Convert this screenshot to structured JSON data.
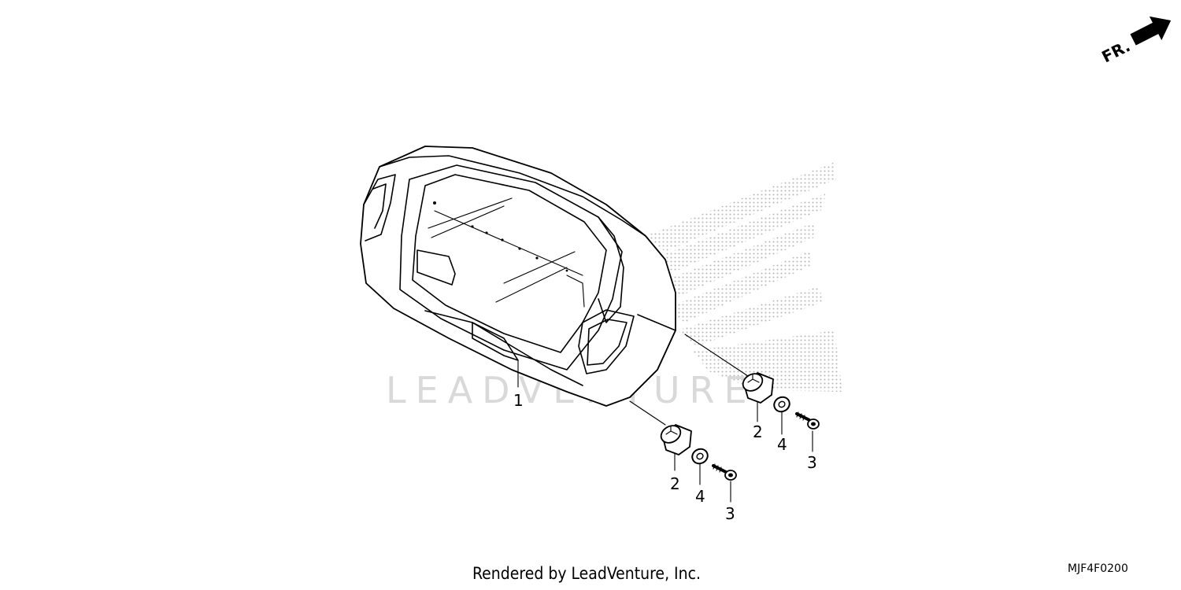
{
  "diagram": {
    "direction_label": "FR.",
    "watermark_text": "LEADVENTURE",
    "callouts": {
      "meter_assy": "1",
      "grommet_left": "2",
      "grommet_right": "2",
      "screw_left": "3",
      "screw_right": "3",
      "washer_left": "4",
      "washer_right": "4"
    }
  },
  "footer": {
    "credit": "Rendered by LeadVenture, Inc.",
    "diagram_code": "MJF4F0200"
  },
  "colors": {
    "line": "#000000",
    "watermark": "#d9d9d9",
    "halftone": "#bdbdbd"
  },
  "icons": [
    "front-direction-arrow-icon",
    "wing-logo-watermark-icon"
  ]
}
